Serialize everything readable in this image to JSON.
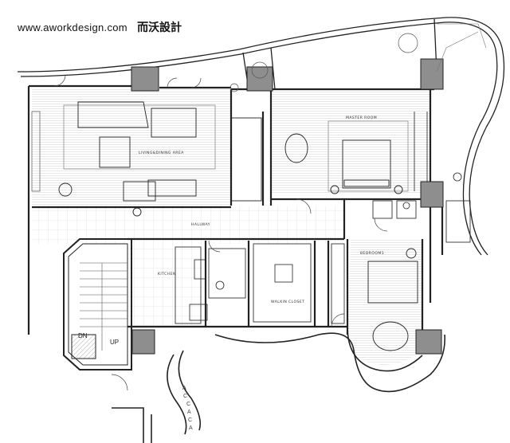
{
  "header": {
    "url": "www.aworkdesign.com",
    "brand": "而沃設計"
  },
  "rooms": {
    "living_dining": "LIVING&DINING AREA",
    "master_room": "MASTER ROOM",
    "hallway": "HALLWAY",
    "kitchen": "KITCHEN",
    "walkin_closet": "WALKIN CLOSET",
    "bedroom1": "BEDROOM1"
  },
  "stairs": {
    "down": "DN",
    "up": "UP"
  },
  "ac_marks": [
    "A",
    "C",
    "C",
    "A",
    "C",
    "A"
  ],
  "colors": {
    "ink": "#222222",
    "wall_fill": "#9a9a9a",
    "column_fill": "#8e8e8e"
  }
}
